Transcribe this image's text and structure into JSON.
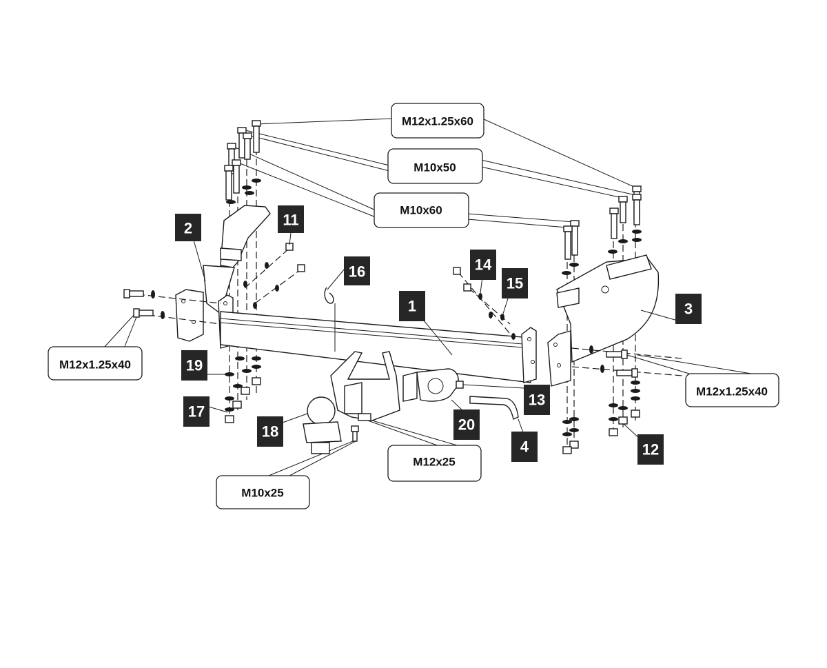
{
  "diagram": {
    "title": "Tow bar exploded assembly diagram",
    "colors": {
      "line": "#1a1a1a",
      "callout_bg": "#262626",
      "callout_text": "#ffffff",
      "background": "#ffffff"
    },
    "part_callouts": [
      {
        "id": "1",
        "label": "1",
        "part": "main-crossbar"
      },
      {
        "id": "2",
        "label": "2",
        "part": "left-side-bracket"
      },
      {
        "id": "3",
        "label": "3",
        "part": "right-side-bracket"
      },
      {
        "id": "4",
        "label": "4",
        "part": "bent-pin"
      },
      {
        "id": "11",
        "label": "11",
        "part": "nut"
      },
      {
        "id": "12",
        "label": "12",
        "part": "nut"
      },
      {
        "id": "13",
        "label": "13",
        "part": "nut"
      },
      {
        "id": "14",
        "label": "14",
        "part": "washer"
      },
      {
        "id": "15",
        "label": "15",
        "part": "washer"
      },
      {
        "id": "16",
        "label": "16",
        "part": "spring-washer"
      },
      {
        "id": "17",
        "label": "17",
        "part": "washer"
      },
      {
        "id": "18",
        "label": "18",
        "part": "safety-clip"
      },
      {
        "id": "19",
        "label": "19",
        "part": "tow-ball"
      },
      {
        "id": "20",
        "label": "20",
        "part": "socket-plate"
      }
    ],
    "bolt_specs": [
      {
        "id": "m12x125x60",
        "label": "M12x1.25x60"
      },
      {
        "id": "m10x50",
        "label": "M10x50"
      },
      {
        "id": "m10x60",
        "label": "M10x60"
      },
      {
        "id": "m12x125x40-left",
        "label": "M12x1.25x40"
      },
      {
        "id": "m12x125x40-right",
        "label": "M12x1.25x40"
      },
      {
        "id": "m12x25",
        "label": "M12x25"
      },
      {
        "id": "m10x25",
        "label": "M10x25"
      }
    ]
  }
}
